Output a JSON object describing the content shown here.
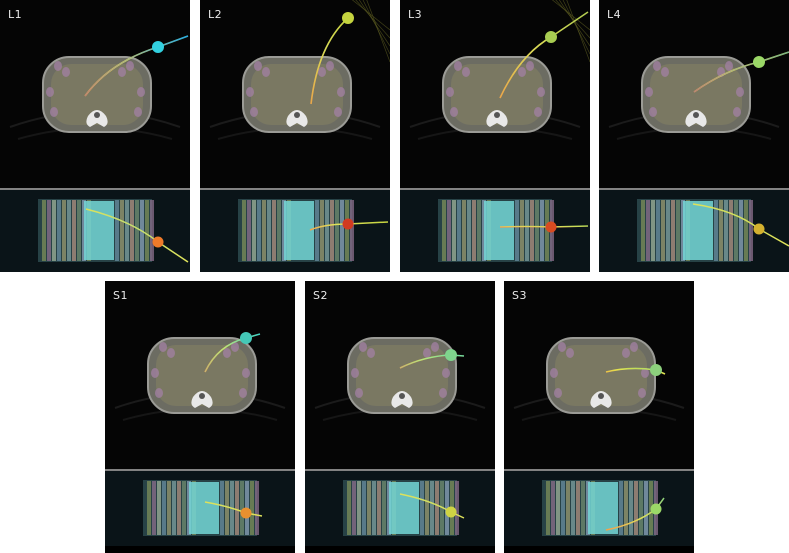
{
  "panels": [
    {
      "id": "L1",
      "label": "L1",
      "marker_color": "#32d1e0",
      "marker_color_bottom": "#ef7a2a",
      "tip_color": "#1c39ff"
    },
    {
      "id": "L2",
      "label": "L2",
      "marker_color": "#c5d43f",
      "marker_color_bottom": "#d23a22",
      "tip_color": "#c8c24a"
    },
    {
      "id": "L3",
      "label": "L3",
      "marker_color": "#a9cd52",
      "marker_color_bottom": "#d84b21",
      "tip_color": "#cfc24a"
    },
    {
      "id": "L4",
      "label": "L4",
      "marker_color": "#9bd867",
      "marker_color_bottom": "#d4b12f",
      "tip_color": "#1c39ff"
    },
    {
      "id": "S1",
      "label": "S1",
      "marker_color": "#44c8b7",
      "marker_color_bottom": "#e8902f",
      "tip_color": "#39f4f0"
    },
    {
      "id": "S2",
      "label": "S2",
      "marker_color": "#7fd48d",
      "marker_color_bottom": "#cfd344",
      "tip_color": "#39f4f0"
    },
    {
      "id": "S3",
      "label": "S3",
      "marker_color": "#8cd07c",
      "marker_color_bottom": "#9bd867",
      "tip_color": "#f4ea22"
    }
  ]
}
